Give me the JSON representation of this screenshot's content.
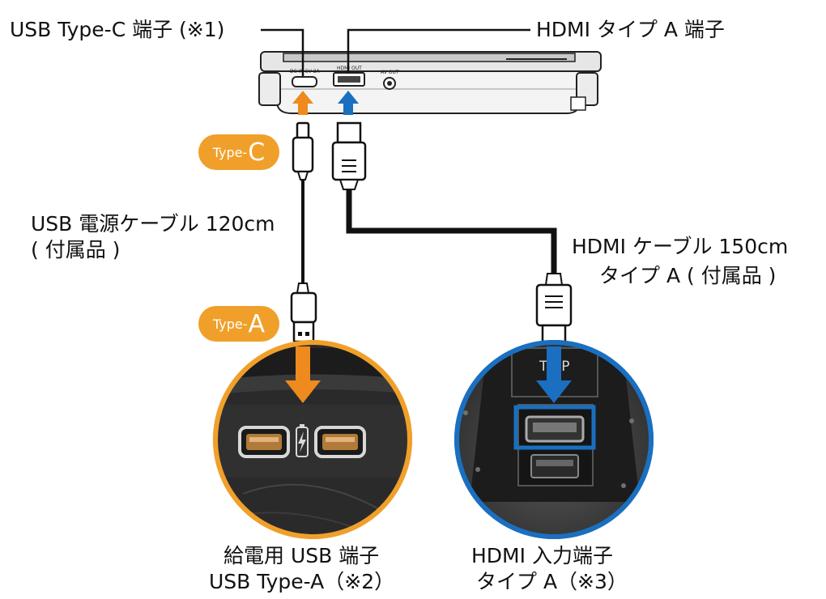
{
  "labels": {
    "usb_c_port": "USB Type-C 端子 (※1)",
    "hdmi_port": "HDMI タイプ A 端子",
    "usb_cable_line1": "USB 電源ケーブル 120cm",
    "usb_cable_line2": "( 付属品 )",
    "hdmi_cable_line1": "HDMI ケーブル 150cm",
    "hdmi_cable_line2": "タイプ A ( 付属品 )",
    "usb_power_line1": "給電用 USB 端子",
    "usb_power_line2": "USB Type-A（※2）",
    "hdmi_input_line1": "HDMI 入力端子",
    "hdmi_input_line2": "タイプ A（※3）"
  },
  "device_port_labels": {
    "dc_in": "DC IN 5V 2A",
    "hdmi_out": "HDMI OUT",
    "av_out": "AV OUT"
  },
  "badges": {
    "type_c_small": "Type-",
    "type_c_big": "C",
    "type_a_small": "Type-",
    "type_a_big": "A"
  },
  "photo_text": {
    "trip": "TRIP"
  },
  "colors": {
    "orange": "#f0a02a",
    "orange_arrow": "#ee8a1e",
    "blue": "#1a6fc0",
    "cable": "#111111"
  }
}
